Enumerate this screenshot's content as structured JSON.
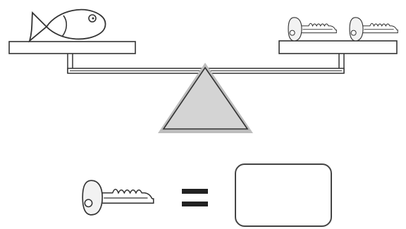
{
  "puzzle": {
    "left_pan": {
      "item": "fish",
      "count": 1
    },
    "right_pan": {
      "item": "key",
      "count": 2
    },
    "question_item": "key",
    "relation": "equals",
    "answer": ""
  },
  "colors": {
    "stroke": "#333333",
    "fill_white": "#ffffff",
    "fulcrum_fill": "#d4d4d4",
    "fulcrum_shadow": "#bdbdbd",
    "key_fill": "#f2f2f2"
  }
}
